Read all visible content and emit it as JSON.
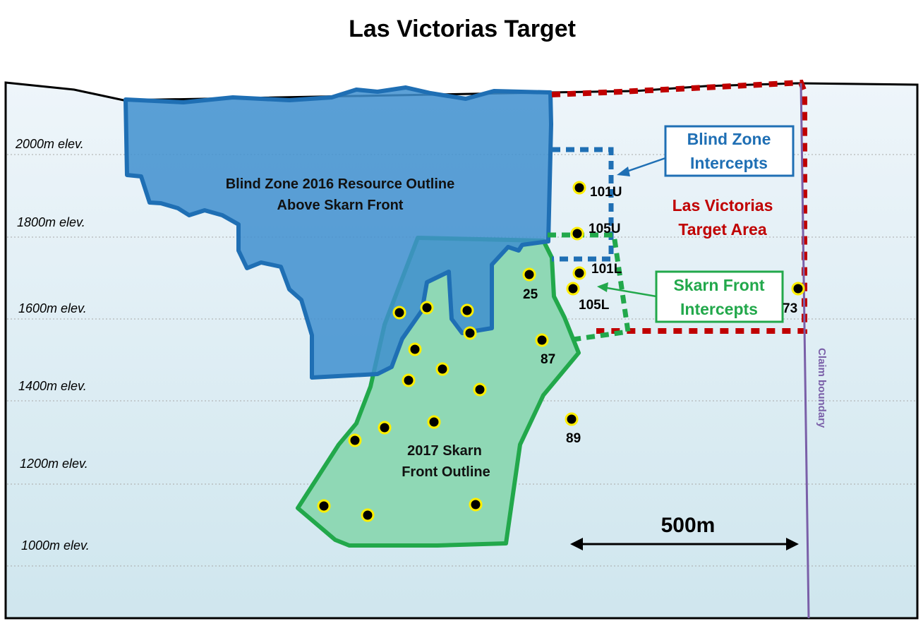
{
  "title": "Las Victorias Target",
  "elevations": [
    "2000m elev.",
    "1800m elev.",
    "1600m elev.",
    "1400m elev.",
    "1200m elev.",
    "1000m elev."
  ],
  "zones": {
    "blind_zone": {
      "line1": "Blind Zone 2016 Resource Outline",
      "line2": "Above Skarn Front",
      "color": "#5a9fd4"
    },
    "skarn_front": {
      "line1": "2017 Skarn",
      "line2": "Front Outline",
      "color": "#8fd8b5"
    }
  },
  "callouts": {
    "blind_zone_intercepts": {
      "line1": "Blind Zone",
      "line2": "Intercepts",
      "color": "#1f6fb4"
    },
    "skarn_front_intercepts": {
      "line1": "Skarn Front",
      "line2": "Intercepts",
      "color": "#22a84b"
    },
    "target_area": {
      "line1": "Las Victorias",
      "line2": "Target Area",
      "color": "#c00000"
    }
  },
  "hole_labels": {
    "h101u": "101U",
    "h105u": "105U",
    "h101l": "101L",
    "h105l": "105L",
    "h25": "25",
    "h87": "87",
    "h89": "89",
    "h73": "73"
  },
  "scale_bar": {
    "label": "500m"
  },
  "claim_boundary": {
    "label": "Claim boundary",
    "color": "#7a5fa8"
  }
}
